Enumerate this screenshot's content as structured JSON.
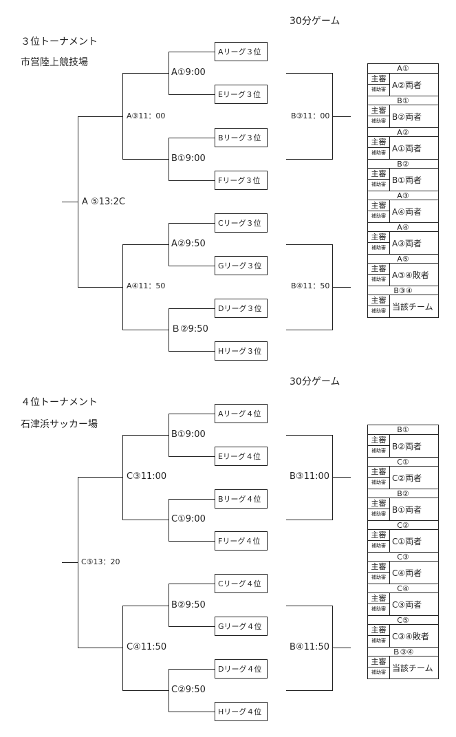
{
  "t1": {
    "game_note": "30分ゲーム",
    "title": "３位トーナメント",
    "venue": "市営陸上競技場",
    "teams": [
      "Aリーグ３位",
      "Eリーグ３位",
      "Bリーグ３位",
      "Fリーグ３位",
      "Cリーグ３位",
      "Gリーグ３位",
      "Dリーグ３位",
      "Hリーグ３位"
    ],
    "r1": [
      "A①9:00",
      "B①9:00",
      "A②9:50",
      "Ｂ②9:50"
    ],
    "semi_left": [
      "A③11：00",
      "A④11：50"
    ],
    "semi_right": [
      "B③11：00",
      "B④11：50"
    ],
    "final": "A ⑤13:2C",
    "refs": [
      {
        "match": "A①",
        "main": "主審",
        "sub": "補助審",
        "team": "A②両者"
      },
      {
        "match": "B①",
        "main": "主審",
        "sub": "補助審",
        "team": "B②両者"
      },
      {
        "match": "A②",
        "main": "主審",
        "sub": "補助審",
        "team": "A①両者"
      },
      {
        "match": "B②",
        "main": "主審",
        "sub": "補助審",
        "team": "B①両者"
      },
      {
        "match": "A③",
        "main": "主審",
        "sub": "補助審",
        "team": "A④両者"
      },
      {
        "match": "A④",
        "main": "主審",
        "sub": "補助審",
        "team": "A③両者"
      },
      {
        "match": "A⑤",
        "main": "主審",
        "sub": "補助審",
        "team": "A③④敗者"
      },
      {
        "match": "B③④",
        "main": "主審",
        "sub": "補助審",
        "team": "当該チーム"
      }
    ]
  },
  "t2": {
    "game_note": "30分ゲーム",
    "title": "４位トーナメント",
    "venue": "石津浜サッカー場",
    "teams": [
      "Aリーグ４位",
      "Eリーグ４位",
      "Bリーグ４位",
      "Fリーグ４位",
      "Cリーグ４位",
      "Gリーグ４位",
      "Dリーグ４位",
      "Hリーグ４位"
    ],
    "r1": [
      "B①9:00",
      "C①9:00",
      "B②9:50",
      "C②9:50"
    ],
    "semi_left": [
      "C③11:00",
      "C④11:50"
    ],
    "semi_right": [
      "B③11:00",
      "B④11:50"
    ],
    "final": "C⑤13：20",
    "refs": [
      {
        "match": "B①",
        "main": "主審",
        "sub": "補助審",
        "team": "B②両者"
      },
      {
        "match": "C①",
        "main": "主審",
        "sub": "補助審",
        "team": "C②両者"
      },
      {
        "match": "B②",
        "main": "主審",
        "sub": "補助審",
        "team": "B①両者"
      },
      {
        "match": "C②",
        "main": "主審",
        "sub": "補助審",
        "team": "C①両者"
      },
      {
        "match": "C③",
        "main": "主審",
        "sub": "補助審",
        "team": "C④両者"
      },
      {
        "match": "C④",
        "main": "主審",
        "sub": "補助審",
        "team": "C③両者"
      },
      {
        "match": "C⑤",
        "main": "主審",
        "sub": "補助審",
        "team": "C③④敗者"
      },
      {
        "match": "Ｂ③④",
        "main": "主審",
        "sub": "補助審",
        "team": "当該チーム"
      }
    ]
  }
}
